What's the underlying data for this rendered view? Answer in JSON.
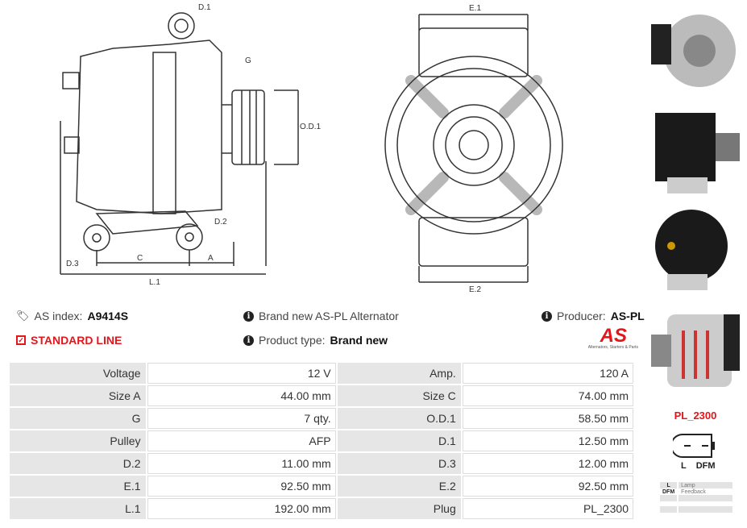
{
  "drawings": {
    "side_labels": [
      "D.1",
      "G",
      "O.D.1",
      "D.2",
      "D.3",
      "C",
      "A",
      "L.1"
    ],
    "front_labels": [
      "E.1",
      "E.2"
    ]
  },
  "info": {
    "as_index_label": "AS index:",
    "as_index": "A9414S",
    "line": "STANDARD LINE",
    "description": "Brand new AS-PL Alternator",
    "product_type_label": "Product type:",
    "product_type": "Brand new",
    "producer_label": "Producer:",
    "producer": "AS-PL",
    "logo_text": "AS",
    "logo_tagline": "Alternators, Starters & Parts"
  },
  "specs": [
    [
      "Voltage",
      "12 V",
      "Amp.",
      "120 A"
    ],
    [
      "Size A",
      "44.00 mm",
      "Size C",
      "74.00 mm"
    ],
    [
      "G",
      "7 qty.",
      "O.D.1",
      "58.50 mm"
    ],
    [
      "Pulley",
      "AFP",
      "D.1",
      "12.50 mm"
    ],
    [
      "D.2",
      "11.00 mm",
      "D.3",
      "12.00 mm"
    ],
    [
      "E.1",
      "92.50 mm",
      "E.2",
      "92.50 mm"
    ],
    [
      "L.1",
      "192.00 mm",
      "Plug",
      "PL_2300"
    ]
  ],
  "plug": {
    "code": "PL_2300",
    "pins": [
      "L",
      "DFM"
    ],
    "legend": [
      [
        "L",
        "Lamp"
      ],
      [
        "DFM",
        "Feedback"
      ],
      [
        "",
        ""
      ],
      [
        "",
        ""
      ],
      [
        "",
        ""
      ]
    ]
  },
  "colors": {
    "accent": "#e3161b"
  }
}
